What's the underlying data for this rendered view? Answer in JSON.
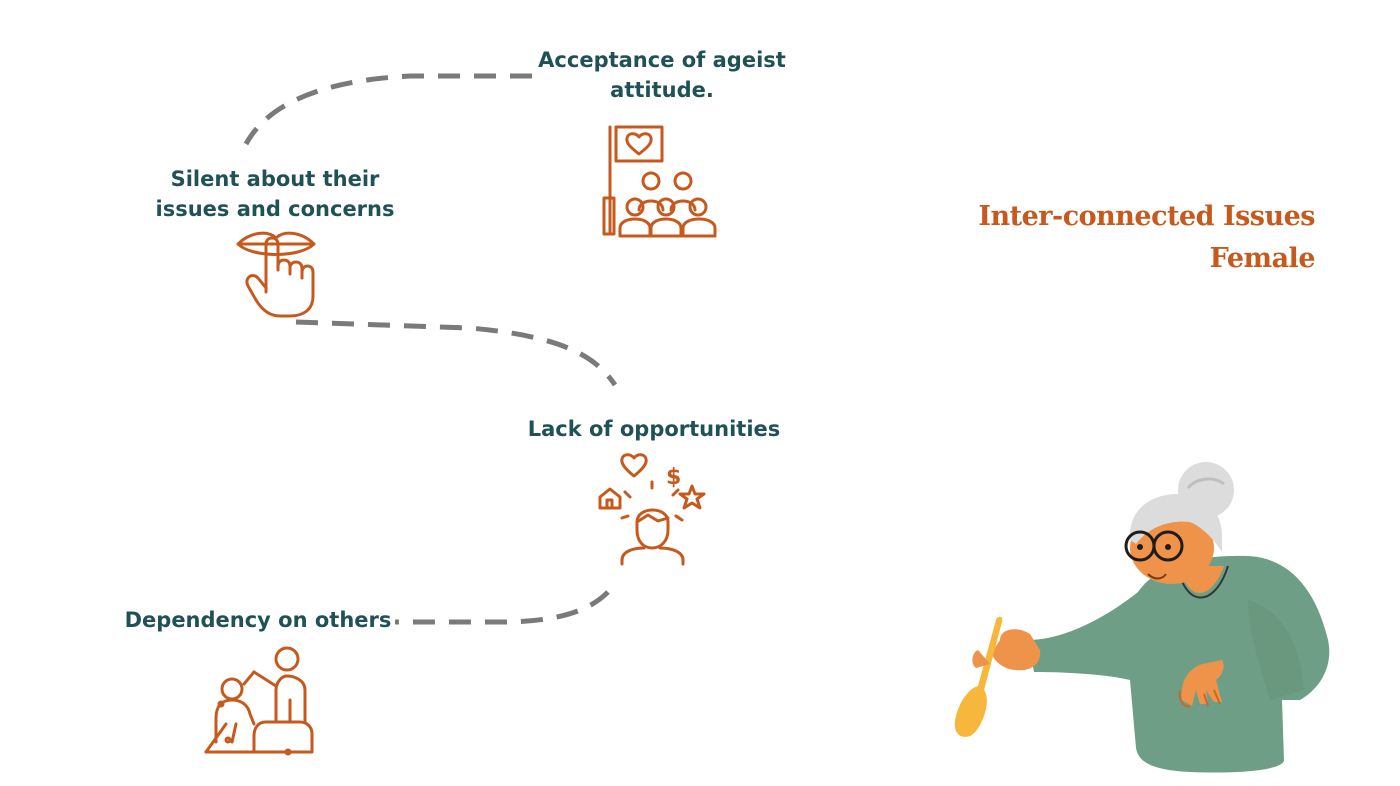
{
  "title": {
    "line1": "Inter-connected Issues",
    "line2": "Female"
  },
  "issues": [
    {
      "label": "Acceptance of ageist attitude.",
      "line1": "Acceptance of ageist",
      "line2": "attitude.",
      "icon": "crowd-with-heart-flag-icon"
    },
    {
      "label": "Silent about their issues and concerns",
      "line1": "Silent about their",
      "line2": "issues and concerns",
      "icon": "shush-lips-finger-icon"
    },
    {
      "label": "Lack of opportunities",
      "icon": "person-thinking-options-icon"
    },
    {
      "label": "Dependency on others",
      "icon": "helping-hand-icon"
    }
  ],
  "colors": {
    "label_text": "#1f5156",
    "title_text": "#c65a1e",
    "icon_stroke": "#c65a1e",
    "connector": "#7a7a7a",
    "sweater": "#6f9e86",
    "skin": "#f0934a",
    "hair": "#dcdcdc",
    "spoon": "#f6b73c"
  },
  "illustration": "elderly-woman-with-wooden-spoon"
}
